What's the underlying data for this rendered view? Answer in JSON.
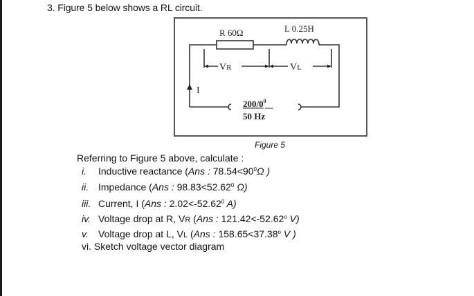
{
  "question": {
    "title": "3. Figure 5 below shows a RL circuit.",
    "figure": {
      "resistor_label": "R 60Ω",
      "inductor_label": "L 0.25H",
      "vr_label": "V",
      "vr_sub": "R",
      "vl_label": "V",
      "vl_sub": "L",
      "current_label": "I",
      "source_value": "200/0",
      "source_sup": "0",
      "source_freq": "50 Hz",
      "caption": "Figure 5"
    },
    "intro": "Referring to Figure 5 above, calculate :",
    "items": [
      {
        "num": "i.",
        "text": "Inductive reactance (",
        "ans_label": "Ans :",
        "ans_value": " 78.54<90",
        "sup": "0",
        "unit": "Ω )"
      },
      {
        "num": "ii.",
        "text": "Impedance (",
        "ans_label": "Ans :",
        "ans_value": " 98.83<52.62",
        "sup": "0",
        "unit": " Ω)"
      },
      {
        "num": "iii.",
        "text": "Current, I  (",
        "ans_label": "Ans :",
        "ans_value": "  2.02<-52.62",
        "sup": "0",
        "unit": " A)"
      },
      {
        "num": "iv.",
        "text": "Voltage drop at R, V",
        "text_sub": "R",
        "text2": " (",
        "ans_label": "Ans :",
        "ans_value": " 121.42<-52.62",
        "sup": "o",
        "unit": " V)"
      },
      {
        "num": "v.",
        "text": "Voltage drop at L, V",
        "text_sub": "L",
        "text2": " (",
        "ans_label": "Ans :",
        "ans_value": " 158.65<37.38",
        "sup": "o",
        "unit": " V )"
      }
    ],
    "last_item": "vi. Sketch voltage vector diagram"
  }
}
